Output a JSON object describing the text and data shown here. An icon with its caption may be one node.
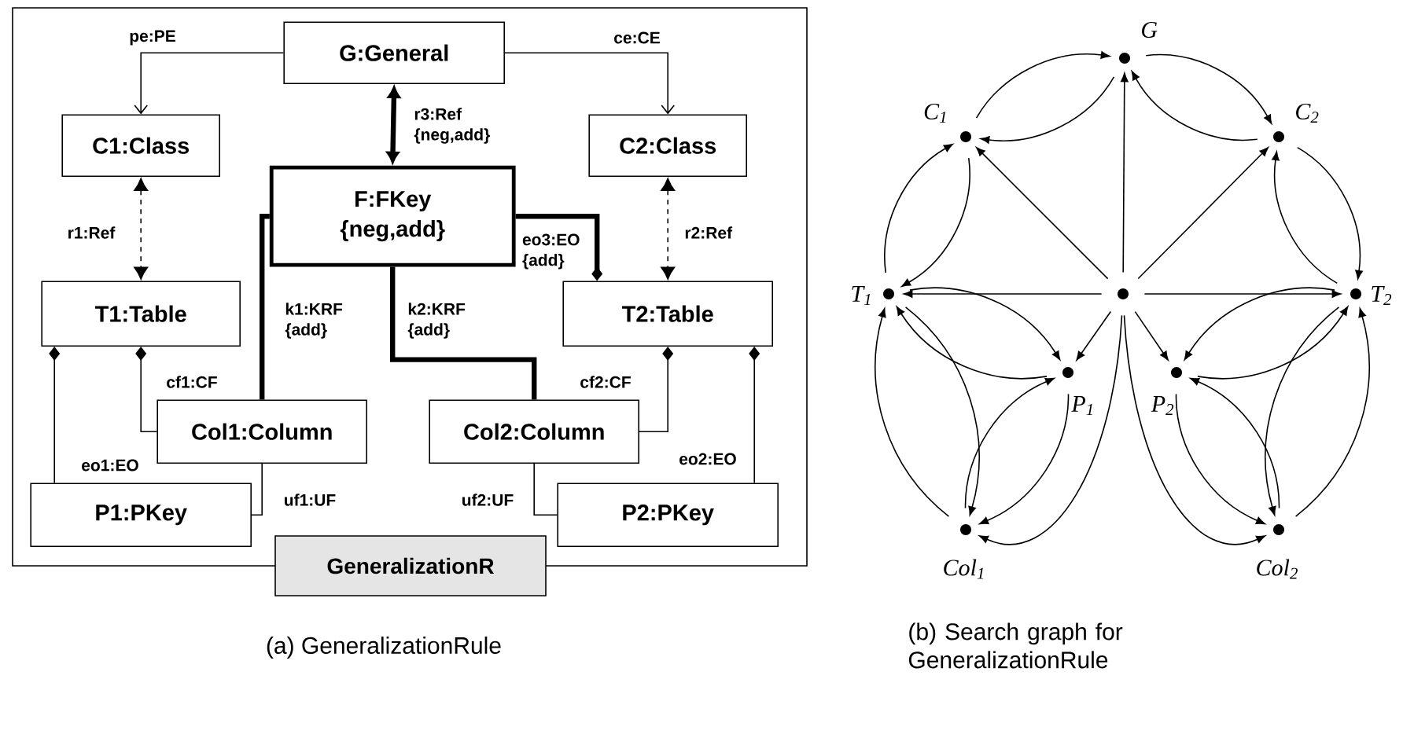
{
  "diagram": {
    "nodes": [
      {
        "text": [
          "GeneralizationR"
        ]
      },
      {
        "text": [
          "G:General"
        ],
        "in": 0
      },
      {
        "text": [
          "C1:Class"
        ],
        "in": 0
      },
      {
        "text": [
          "C2:Class"
        ],
        "in": 0
      },
      {
        "text": [
          "F:FKey",
          "{neg,add}"
        ],
        "in": 0
      },
      {
        "text": [
          "T1:Table"
        ],
        "in": 0
      },
      {
        "text": [
          "T2:Table"
        ],
        "in": 0
      },
      {
        "text": [
          "Col1:Column"
        ],
        "in": 0
      },
      {
        "text": [
          "Col2:Column"
        ],
        "in": 0
      },
      {
        "text": [
          "P1:PKey"
        ],
        "in": 0
      },
      {
        "text": [
          "P2:PKey"
        ],
        "in": 0
      },
      {
        "text": [],
        "shape": "circle",
        "beside": [
          "G"
        ]
      },
      {
        "text": [],
        "shape": "circle",
        "beside": [
          "C$_{1}$"
        ]
      },
      {
        "text": [],
        "shape": "circle",
        "beside": [
          "C$_{2}$"
        ]
      },
      {
        "text": [],
        "shape": "circle",
        "beside": [
          "T$_{1}$"
        ]
      },
      {
        "text": [],
        "shape": "circle"
      },
      {
        "text": [],
        "shape": "circle",
        "beside": [
          "T$_{2}$"
        ]
      },
      {
        "text": [],
        "shape": "circle",
        "beside": [
          "P$_{1}$"
        ]
      },
      {
        "text": [],
        "shape": "circle",
        "beside": [
          "P$_{2}$"
        ]
      },
      {
        "text": [],
        "shape": "circle",
        "beside": [
          "Col$_{1}$"
        ]
      },
      {
        "text": [],
        "shape": "circle",
        "beside": [
          "Col$_{2}$"
        ]
      }
    ],
    "edges": [
      {
        "from": 1,
        "to": 2,
        "arrow": "to",
        "label": "pe:PE"
      },
      {
        "from": 1,
        "to": 3,
        "arrow": "to",
        "label": "ce:CE"
      },
      {
        "from": 4,
        "to": 1,
        "arrow": "both",
        "label": "r3:Ref {neg,add}",
        "style": "thick"
      },
      {
        "from": 2,
        "to": 5,
        "arrow": "both",
        "label": "r1:Ref",
        "style": "dashed"
      },
      {
        "from": 3,
        "to": 6,
        "arrow": "both",
        "label": "r2:Ref",
        "style": "dashed"
      },
      {
        "from": 6,
        "to": 4,
        "arrow": "other",
        "label": "eo3:EO {add}",
        "style": "thick"
      },
      {
        "from": 4,
        "to": 7,
        "arrow": "none",
        "label": "k1:KRF {add}",
        "style": "thick"
      },
      {
        "from": 4,
        "to": 8,
        "arrow": "none",
        "label": "k2:KRF {add}",
        "style": "thick"
      },
      {
        "from": 5,
        "to": 7,
        "arrow": "other",
        "label": "cf1:CF"
      },
      {
        "from": 5,
        "to": 9,
        "arrow": "other",
        "label": "eo1:EO"
      },
      {
        "from": 6,
        "to": 8,
        "arrow": "other",
        "label": "cf2:CF"
      },
      {
        "from": 6,
        "to": 10,
        "arrow": "other",
        "label": "eo2:EO"
      },
      {
        "from": 7,
        "to": 9,
        "arrow": "none",
        "label": "uf1:UF"
      },
      {
        "from": 8,
        "to": 10,
        "arrow": "none",
        "label": "uf2:UF"
      },
      {
        "from": 12,
        "to": 11,
        "arrow": "to"
      },
      {
        "from": 11,
        "to": 12,
        "arrow": "to"
      },
      {
        "from": 11,
        "to": 13,
        "arrow": "to"
      },
      {
        "from": 13,
        "to": 11,
        "arrow": "to"
      },
      {
        "from": 14,
        "to": 12,
        "arrow": "to"
      },
      {
        "from": 12,
        "to": 14,
        "arrow": "to"
      },
      {
        "from": 13,
        "to": 16,
        "arrow": "to"
      },
      {
        "from": 16,
        "to": 13,
        "arrow": "to"
      },
      {
        "from": 19,
        "to": 14,
        "arrow": "to"
      },
      {
        "from": 14,
        "to": 19,
        "arrow": "to"
      },
      {
        "from": 16,
        "to": 20,
        "arrow": "to"
      },
      {
        "from": 20,
        "to": 16,
        "arrow": "to"
      },
      {
        "from": 14,
        "to": 17,
        "arrow": "to"
      },
      {
        "from": 17,
        "to": 14,
        "arrow": "to"
      },
      {
        "from": 19,
        "to": 17,
        "arrow": "to"
      },
      {
        "from": 17,
        "to": 19,
        "arrow": "to"
      },
      {
        "from": 16,
        "to": 18,
        "arrow": "to"
      },
      {
        "from": 18,
        "to": 16,
        "arrow": "to"
      },
      {
        "from": 20,
        "to": 18,
        "arrow": "to"
      },
      {
        "from": 18,
        "to": 20,
        "arrow": "to"
      },
      {
        "from": 15,
        "to": 11,
        "arrow": "to"
      },
      {
        "from": 15,
        "to": 12,
        "arrow": "to"
      },
      {
        "from": 15,
        "to": 13,
        "arrow": "to"
      },
      {
        "from": 15,
        "to": 14,
        "arrow": "to"
      },
      {
        "from": 15,
        "to": 16,
        "arrow": "to"
      },
      {
        "from": 15,
        "to": 17,
        "arrow": "to"
      },
      {
        "from": 15,
        "to": 18,
        "arrow": "to"
      },
      {
        "from": 15,
        "to": 19,
        "arrow": "to"
      },
      {
        "from": 15,
        "to": 20,
        "arrow": "to"
      }
    ],
    "labels": [
      "(a) GeneralizationRule",
      "(b) Search graph for GeneralizationRule"
    ]
  }
}
